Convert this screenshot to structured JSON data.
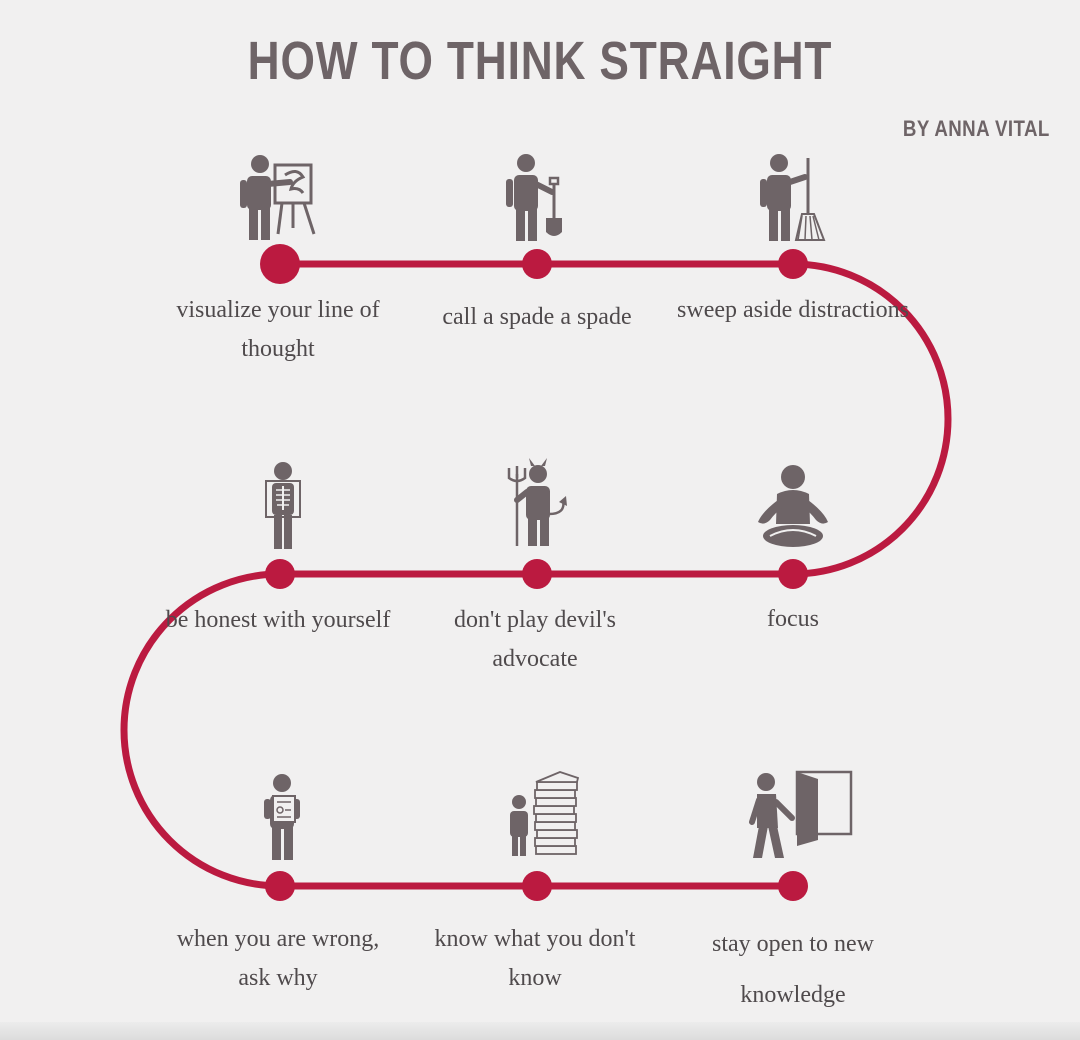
{
  "title": "HOW TO THINK STRAIGHT",
  "byline": "BY ANNA VITAL",
  "colors": {
    "path": "#bb1a40",
    "icon": "#6e6467",
    "text": "#4f4a4c",
    "background": "#f1f0f0"
  },
  "steps": [
    {
      "label": "visualize your line of thought",
      "icon": "person-easel-icon"
    },
    {
      "label": "call a spade a spade",
      "icon": "person-spade-icon"
    },
    {
      "label": "sweep aside distractions",
      "icon": "person-broom-icon"
    },
    {
      "label": "focus",
      "icon": "meditating-person-icon"
    },
    {
      "label": "don't play devil's advocate",
      "icon": "devil-trident-icon"
    },
    {
      "label": "be honest with yourself",
      "icon": "xray-skeleton-icon"
    },
    {
      "label": "when you are wrong, ask why",
      "icon": "person-report-icon"
    },
    {
      "label": "know what you don't know",
      "icon": "person-book-stack-icon"
    },
    {
      "label": "stay open to new knowledge",
      "icon": "person-open-door-icon"
    }
  ]
}
